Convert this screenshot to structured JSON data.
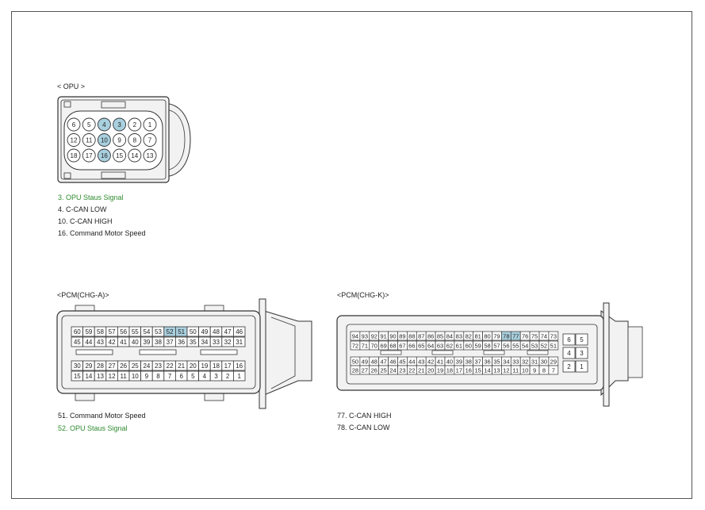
{
  "opu": {
    "title": "< OPU  >",
    "rows": [
      [
        "6",
        "5",
        "4",
        "3",
        "2",
        "1"
      ],
      [
        "12",
        "11",
        "10",
        "9",
        "8",
        "7"
      ],
      [
        "18",
        "17",
        "16",
        "15",
        "14",
        "13"
      ]
    ],
    "highlighted": [
      "3",
      "4",
      "10",
      "16"
    ],
    "legend": [
      {
        "text": "3. OPU Staus Signal",
        "green": true
      },
      {
        "text": "4. C-CAN LOW",
        "green": false
      },
      {
        "text": "10. C-CAN HIGH",
        "green": false
      },
      {
        "text": "16. Command Motor Speed",
        "green": false
      }
    ]
  },
  "pcm_a": {
    "title": "<PCM(CHG-A)>",
    "rows": [
      [
        "60",
        "59",
        "58",
        "57",
        "56",
        "55",
        "54",
        "53",
        "52",
        "51",
        "50",
        "49",
        "48",
        "47",
        "46"
      ],
      [
        "45",
        "44",
        "43",
        "42",
        "41",
        "40",
        "39",
        "38",
        "37",
        "36",
        "35",
        "34",
        "33",
        "32",
        "31"
      ],
      [
        "30",
        "29",
        "28",
        "27",
        "26",
        "25",
        "24",
        "23",
        "22",
        "21",
        "20",
        "19",
        "18",
        "17",
        "16"
      ],
      [
        "15",
        "14",
        "13",
        "12",
        "11",
        "10",
        "9",
        "8",
        "7",
        "6",
        "5",
        "4",
        "3",
        "2",
        "1"
      ]
    ],
    "highlighted": [
      "51",
      "52"
    ],
    "legend": [
      {
        "text": "51. Command Motor Speed",
        "green": false
      },
      {
        "text": "52. OPU Staus Signal",
        "green": true
      }
    ]
  },
  "pcm_k": {
    "title": "<PCM(CHG-K)>",
    "rows": [
      [
        "94",
        "93",
        "92",
        "91",
        "90",
        "89",
        "88",
        "87",
        "86",
        "85",
        "84",
        "83",
        "82",
        "81",
        "80",
        "79",
        "78",
        "77",
        "76",
        "75",
        "74",
        "73"
      ],
      [
        "72",
        "71",
        "70",
        "69",
        "68",
        "67",
        "66",
        "65",
        "64",
        "63",
        "62",
        "61",
        "60",
        "59",
        "58",
        "57",
        "56",
        "55",
        "54",
        "53",
        "52",
        "51"
      ],
      [
        "50",
        "49",
        "48",
        "47",
        "46",
        "45",
        "44",
        "43",
        "42",
        "41",
        "40",
        "39",
        "38",
        "37",
        "36",
        "35",
        "34",
        "33",
        "32",
        "31",
        "30",
        "29"
      ],
      [
        "28",
        "27",
        "26",
        "25",
        "24",
        "23",
        "22",
        "21",
        "20",
        "19",
        "18",
        "17",
        "16",
        "15",
        "14",
        "13",
        "12",
        "11",
        "10",
        "9",
        "8",
        "7"
      ]
    ],
    "side_rows": [
      [
        "6",
        "5"
      ],
      [
        "4",
        "3"
      ],
      [
        "2",
        "1"
      ]
    ],
    "highlighted": [
      "77",
      "78"
    ],
    "legend": [
      {
        "text": "77. C-CAN HIGH",
        "green": false
      },
      {
        "text": "78. C-CAN LOW",
        "green": false
      }
    ]
  },
  "colors": {
    "highlight": "#a9d0df",
    "body": "#f2f2f2",
    "line": "#333333",
    "green_text": "#2e8b2e"
  }
}
